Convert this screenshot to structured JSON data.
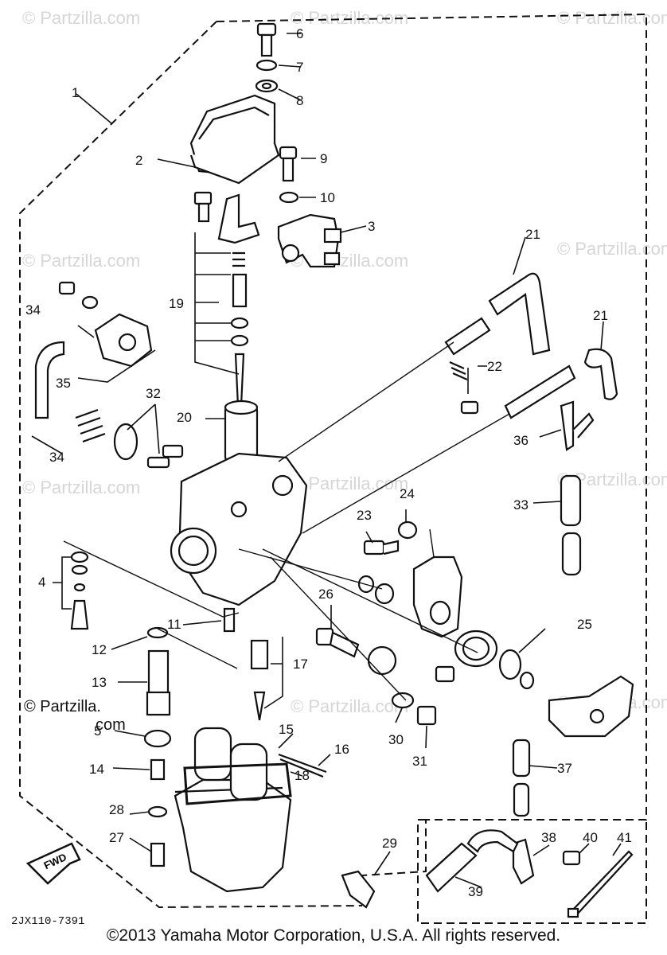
{
  "watermarks": {
    "text": "© Partzilla.com",
    "copyright_line1": "© Partzilla.",
    "copyright_line2": "com"
  },
  "diagram": {
    "code": "2JX110-7391",
    "fwd_label": "FWD",
    "callouts": [
      "1",
      "2",
      "3",
      "4",
      "5",
      "6",
      "7",
      "8",
      "9",
      "10",
      "11",
      "12",
      "13",
      "14",
      "15",
      "16",
      "17",
      "18",
      "19",
      "20",
      "21",
      "21",
      "22",
      "23",
      "24",
      "25",
      "26",
      "27",
      "28",
      "29",
      "30",
      "31",
      "32",
      "33",
      "34",
      "34",
      "35",
      "36",
      "37",
      "38",
      "39",
      "40",
      "41"
    ]
  },
  "footer": {
    "text": "©2013 Yamaha Motor Corporation, U.S.A. All rights reserved."
  }
}
